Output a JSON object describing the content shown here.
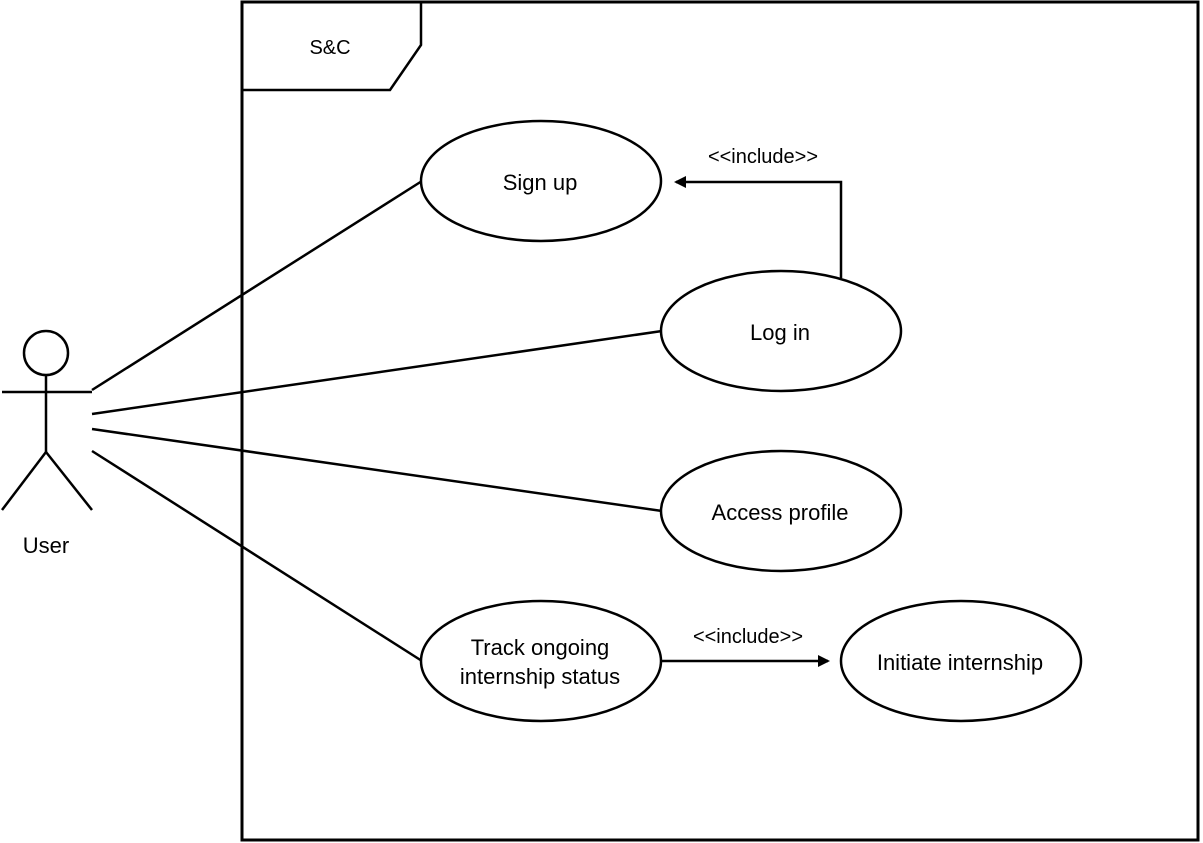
{
  "colors": {
    "stroke": "#000000",
    "fill": "#ffffff",
    "background": "#ffffff"
  },
  "system": {
    "name": "S&C"
  },
  "actor": {
    "name": "User"
  },
  "use_cases": {
    "signup": "Sign up",
    "login": "Log in",
    "access_profile": "Access profile",
    "track_line1": "Track ongoing",
    "track_line2": "internship status",
    "initiate": "Initiate internship"
  },
  "relations": {
    "login_include_signup": "<<include>>",
    "track_include_initiate": "<<include>>"
  }
}
